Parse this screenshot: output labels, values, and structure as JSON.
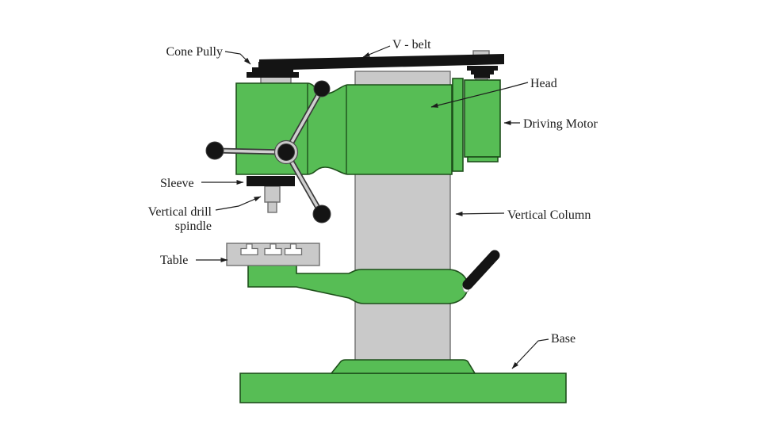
{
  "labels": {
    "cone_pully": "Cone Pully",
    "v_belt": "V - belt",
    "head": "Head",
    "driving_motor": "Driving Motor",
    "sleeve": "Sleeve",
    "spindle_line1": "Vertical drill",
    "spindle_line2": "spindle",
    "table": "Table",
    "vertical_column": "Vertical Column",
    "base": "Base"
  },
  "colors": {
    "machine_green": "#57bd55",
    "metal_gray": "#c9c9c9",
    "part_black": "#141414",
    "outline_green": "#1d4f1a",
    "outline_gray": "#6f6f6f",
    "label_ink": "#1c1c1c",
    "background": "#ffffff"
  }
}
